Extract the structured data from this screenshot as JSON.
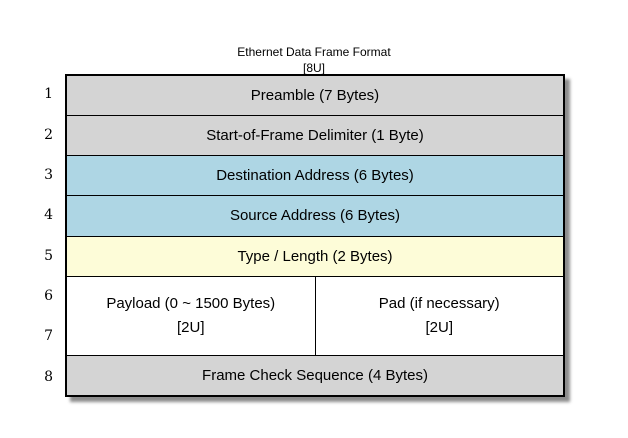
{
  "diagram": {
    "title": "Ethernet Data Frame Format",
    "subtitle": "[8U]",
    "row_numbers": [
      "1",
      "2",
      "3",
      "4",
      "5",
      "6",
      "7",
      "8"
    ],
    "rows": [
      {
        "label": "Preamble (7 Bytes)",
        "color": "#d4d4d4",
        "units": 1
      },
      {
        "label": "Start-of-Frame Delimiter (1 Byte)",
        "color": "#d4d4d4",
        "units": 1
      },
      {
        "label": "Destination Address (6 Bytes)",
        "color": "#aed6e4",
        "units": 1
      },
      {
        "label": "Source Address (6 Bytes)",
        "color": "#aed6e4",
        "units": 1
      },
      {
        "label": "Type / Length (2 Bytes)",
        "color": "#fdfcd8",
        "units": 1
      },
      {
        "units": 2,
        "color": "#ffffff",
        "cells": [
          {
            "label": "Payload (0 ~ 1500 Bytes)",
            "tag": "[2U]"
          },
          {
            "label": "Pad (if necessary)",
            "tag": "[2U]"
          }
        ]
      },
      {
        "label": "Frame Check Sequence (4 Bytes)",
        "color": "#d4d4d4",
        "units": 1
      }
    ],
    "colors": {
      "gray": "#d4d4d4",
      "blue": "#aed6e4",
      "yellow": "#fdfcd8",
      "white": "#ffffff",
      "border": "#000000",
      "background": "#ffffff"
    }
  }
}
